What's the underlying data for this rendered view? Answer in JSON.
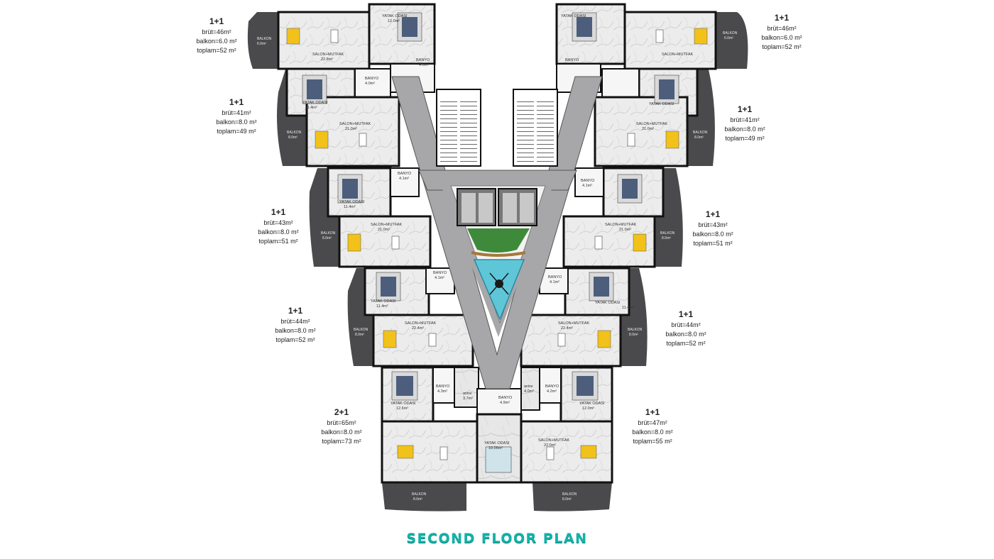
{
  "plan_title": "SECOND FLOOR PLAN",
  "units": [
    {
      "id": "left-1",
      "type": "1+1",
      "brut": "brüt=46m²",
      "balkon": "balkon=6.0 m²",
      "toplam": "toplam=52 m²"
    },
    {
      "id": "left-2",
      "type": "1+1",
      "brut": "brüt=41m²",
      "balkon": "balkon=8.0 m²",
      "toplam": "toplam=49 m²"
    },
    {
      "id": "left-3",
      "type": "1+1",
      "brut": "brüt=43m²",
      "balkon": "balkon=8.0 m²",
      "toplam": "toplam=51 m²"
    },
    {
      "id": "left-4",
      "type": "1+1",
      "brut": "brüt=44m²",
      "balkon": "balkon=8.0 m²",
      "toplam": "toplam=52 m²"
    },
    {
      "id": "left-5",
      "type": "2+1",
      "brut": "brüt=65m²",
      "balkon": "balkon=8.0 m²",
      "toplam": "toplam=73 m²"
    },
    {
      "id": "right-1",
      "type": "1+1",
      "brut": "brüt=46m²",
      "balkon": "balkon=6.0 m²",
      "toplam": "toplam=52 m²"
    },
    {
      "id": "right-2",
      "type": "1+1",
      "brut": "brüt=41m²",
      "balkon": "balkon=8.0 m²",
      "toplam": "toplam=49 m²"
    },
    {
      "id": "right-3",
      "type": "1+1",
      "brut": "brüt=43m²",
      "balkon": "balkon=8.0 m²",
      "toplam": "toplam=51 m²"
    },
    {
      "id": "right-4",
      "type": "1+1",
      "brut": "brüt=44m²",
      "balkon": "balkon=8.0 m²",
      "toplam": "toplam=52 m²"
    },
    {
      "id": "right-5",
      "type": "1+1",
      "brut": "brüt=47m²",
      "balkon": "balkon=8.0 m²",
      "toplam": "toplam=55 m²"
    }
  ],
  "rooms": {
    "l1_salon": "SALON+MUTFAK",
    "l1_salon_a": "22.8m²",
    "l1_yatak": "YATAK ODASI",
    "l1_yatak_a": "12.0m²",
    "l1_banyo": "BANYO",
    "l1_banyo_a": "4.0m²",
    "l1_balkon": "BALKON",
    "l1_balkon_a": "6.0m²",
    "l2_yatak": "YATAK ODASI",
    "l2_yatak_a": "11.4m²",
    "l2_banyo": "BANYO",
    "l2_banyo_a": "4.0m²",
    "l2_salon": "SALON+MUTFAK",
    "l2_salon_a": "21.0m²",
    "l2_balkon": "BALKON",
    "l2_balkon_a": "8.0m²",
    "l3_banyo": "BANYO",
    "l3_banyo_a": "4.1m²",
    "l3_yatak": "YATAK ODASI",
    "l3_yatak_a": "11.4m²",
    "l3_salon": "SALON+MUTFAK",
    "l3_salon_a": "21.0m²",
    "l3_balkon": "BALKON",
    "l3_balkon_a": "8.0m²",
    "l4_banyo": "BANYO",
    "l4_banyo_a": "4.1m²",
    "l4_yatak": "YATAK ODASI",
    "l4_yatak_a": "11.4m²",
    "l4_salon": "SALON+MUTFAK",
    "l4_salon_a": "22.4m²",
    "l4_balkon": "BALKON",
    "l4_balkon_a": "8.0m²",
    "l5_yatak": "YATAK ODASI",
    "l5_yatak_a": "12.6m²",
    "l5_banyo": "BANYO",
    "l5_banyo_a": "4.3m²",
    "l5_antre": "antre",
    "l5_antre_a": "3.7m²",
    "l5_banyo2": "BANYO",
    "l5_banyo2_a": "4.9m²",
    "l5_yatak2": "YATAK ODASI",
    "l5_yatak2_a": "10.06m²",
    "l5_balkon": "BALKON",
    "l5_balkon_a": "8.0m²",
    "r1_salon": "SALON+MUTFAK",
    "r1_yatak": "YATAK ODASI",
    "r1_banyo": "BANYO",
    "r1_balkon": "BALKON",
    "r1_balkon_a": "6.0m²",
    "r2_yatak": "YATAK ODASI",
    "r2_salon": "SALON+MUTFAK",
    "r2_salon_a": "21.0m²",
    "r2_balkon": "BALKON",
    "r2_balkon_a": "8.0m²",
    "r3_banyo": "BANYO",
    "r3_banyo_a": "4.1m²",
    "r3_salon": "SALON+MUTFAK",
    "r3_salon_a": "21.0m²",
    "r3_balkon": "BALKON",
    "r3_balkon_a": "8.0m²",
    "r4_banyo": "BANYO",
    "r4_banyo_a": "4.1m²",
    "r4_yatak": "YATAK ODASI",
    "r4_yatak_a": "11.4m²",
    "r4_salon": "SALON+MUTFAK",
    "r4_salon_a": "22.4m²",
    "r4_balkon": "BALKON",
    "r4_balkon_a": "8.0m²",
    "r5_antre": "antre",
    "r5_antre_a": "4.0m²",
    "r5_banyo": "BANYO",
    "r5_banyo_a": "4.2m²",
    "r5_yatak": "YATAK ODASI",
    "r5_yatak_a": "12.0m²",
    "r5_salon": "SALON+MUTFAK",
    "r5_salon_a": "22.0m²",
    "r5_balkon": "BALKON",
    "r5_balkon_a": "8.0m²"
  },
  "colors": {
    "title": "#12b3aa",
    "corridor": "#a7a7a9",
    "balcony": "#4a4a4c",
    "wall": "#111111",
    "floor": "#eeeeee",
    "pool": "#5fc6d8",
    "garden": "#3e8a3a",
    "sofa": "#f2c21a",
    "bed": "#4d5d7c"
  }
}
